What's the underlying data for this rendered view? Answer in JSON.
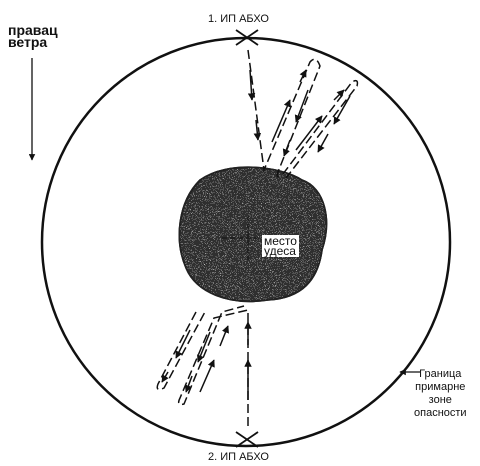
{
  "wind": {
    "line1": "правац",
    "line2": "ветра"
  },
  "points": {
    "ip1": "1. ИП АБХО",
    "ip2": "2. ИП АБХО"
  },
  "incident": {
    "line1": "место",
    "line2": "удеса"
  },
  "boundary": {
    "line1": "Граница",
    "line2": "примарне",
    "line3": "зоне",
    "line4": "опасности"
  }
}
